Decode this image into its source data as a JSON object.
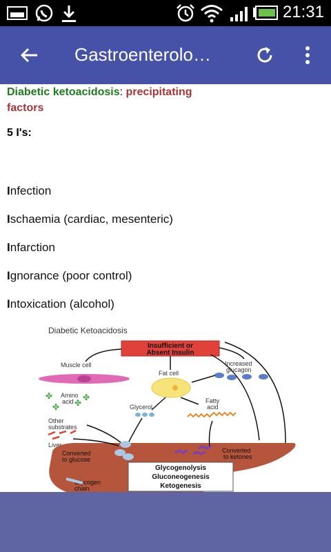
{
  "status_bar": {
    "time": "21:31",
    "icons": [
      "image-icon",
      "whatsapp-icon",
      "download-icon",
      "alarm-icon",
      "wifi-icon",
      "signal-icon",
      "battery-icon"
    ]
  },
  "app_bar": {
    "title": "Gastroenterolo…",
    "back_icon": "arrow-back-icon",
    "refresh_icon": "refresh-icon",
    "menu_icon": "more-vert-icon"
  },
  "article": {
    "heading_green": "Diabetic ketoacidosis",
    "heading_sep": ": ",
    "heading_red": "precipitating factors",
    "subheading": "5 I's:",
    "items": [
      {
        "first": "I",
        "rest": "nfection"
      },
      {
        "first": "I",
        "rest": "schaemia (cardiac, mesenteric)"
      },
      {
        "first": "I",
        "rest": "nfarction"
      },
      {
        "first": "I",
        "rest": "gnorance (poor control)"
      },
      {
        "first": "I",
        "rest": "ntoxication (alcohol)"
      }
    ]
  },
  "figure": {
    "title": "Diabetic Ketoacidosis",
    "insulin_box": [
      "Insufficient or",
      "Absent Insulin"
    ],
    "muscle_cell": "Muscle cell",
    "fat_cell": "Fat cell",
    "glucagon": [
      "Increased",
      "glucagon"
    ],
    "amino_acid": [
      "Amino",
      "acid"
    ],
    "glycerol": "Glycerol",
    "fatty_acid": [
      "Fatty",
      "acid"
    ],
    "other_substrates": [
      "Other",
      "substrates"
    ],
    "liver": "Liver",
    "converted_glucose": [
      "Converted",
      "to glucose"
    ],
    "converted_ketones": [
      "Converted",
      "to ketones"
    ],
    "processes": [
      "Glycogenolysis",
      "Gluconeogenesis",
      "Ketogenesis"
    ],
    "glycogen_chain": [
      "Glycogen",
      "chain"
    ]
  },
  "colors": {
    "app_bar": "#4552a8",
    "bottom_bar": "#5f64a2",
    "heading_green": "#1f7a1f",
    "heading_red": "#a23636"
  }
}
